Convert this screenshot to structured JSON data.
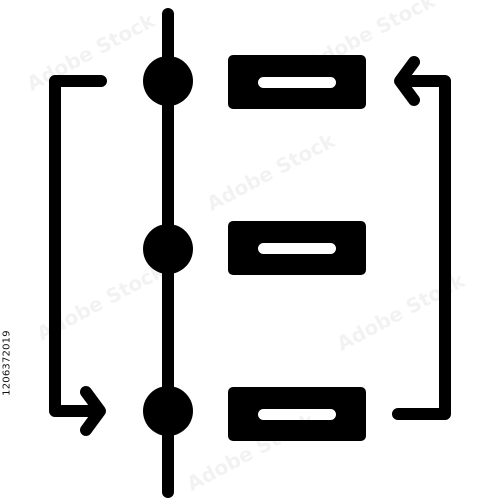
{
  "colors": {
    "ink": "#000000",
    "background": "#ffffff",
    "watermark": "rgba(0,0,0,0.05)"
  },
  "icon": {
    "name": "process-timeline-reorder-icon",
    "parts": [
      "vertical-line",
      "node-circle",
      "task-card",
      "loop-arrow-left",
      "loop-arrow-right"
    ]
  },
  "overlay": {
    "side_id": "1206372019",
    "watermark_text": "Adobe Stock"
  }
}
